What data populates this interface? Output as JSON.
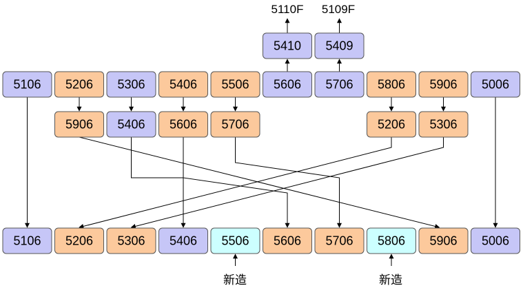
{
  "colors": {
    "blue": "#c6c6f7",
    "orange": "#fcc99c",
    "cyan": "#ccffff",
    "stroke": "#555555",
    "line": "#000000"
  },
  "top_labels": [
    "5110F",
    "5109F"
  ],
  "top_boxes": [
    {
      "label": "5410",
      "color": "blue"
    },
    {
      "label": "5409",
      "color": "blue"
    }
  ],
  "row1": [
    {
      "label": "5106",
      "color": "blue"
    },
    {
      "label": "5206",
      "color": "orange"
    },
    {
      "label": "5306",
      "color": "blue"
    },
    {
      "label": "5406",
      "color": "orange"
    },
    {
      "label": "5506",
      "color": "orange"
    },
    {
      "label": "5606",
      "color": "blue"
    },
    {
      "label": "5706",
      "color": "blue"
    },
    {
      "label": "5806",
      "color": "orange"
    },
    {
      "label": "5906",
      "color": "orange"
    },
    {
      "label": "5006",
      "color": "blue"
    }
  ],
  "row2": [
    {
      "label": "5906",
      "color": "orange"
    },
    {
      "label": "5406",
      "color": "blue"
    },
    {
      "label": "5606",
      "color": "orange"
    },
    {
      "label": "5706",
      "color": "orange"
    },
    {
      "label": "5206",
      "color": "orange"
    },
    {
      "label": "5306",
      "color": "orange"
    }
  ],
  "row3": [
    {
      "label": "5106",
      "color": "blue"
    },
    {
      "label": "5206",
      "color": "orange"
    },
    {
      "label": "5306",
      "color": "orange"
    },
    {
      "label": "5406",
      "color": "blue"
    },
    {
      "label": "5506",
      "color": "cyan"
    },
    {
      "label": "5606",
      "color": "orange"
    },
    {
      "label": "5706",
      "color": "orange"
    },
    {
      "label": "5806",
      "color": "cyan"
    },
    {
      "label": "5906",
      "color": "orange"
    },
    {
      "label": "5006",
      "color": "blue"
    }
  ],
  "new_labels": [
    "新造",
    "新造"
  ]
}
